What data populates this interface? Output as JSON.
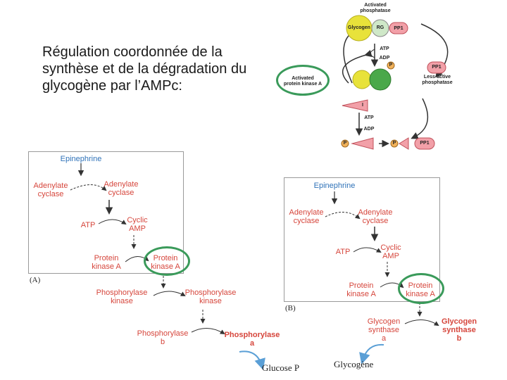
{
  "title": "Régulation coordonnée de la synthèse et de la dégradation du glycogène par l’AMPc:",
  "panel_a": {
    "label": "(A)",
    "epinephrine": "Epinephrine",
    "adenylate_cyclase_inactive": "Adenylate\ncyclase",
    "adenylate_cyclase_active": "Adenylate\ncyclase",
    "atp": "ATP",
    "cyclic_amp": "Cyclic\nAMP",
    "protein_kinase_a_inactive": "Protein\nkinase A",
    "protein_kinase_a_active": "Protein\nkinase A",
    "phosphorylase_kinase_inactive": "Phosphorylase\nkinase",
    "phosphorylase_kinase_active": "Phosphorylase\nkinase",
    "phosphorylase_b": "Phosphorylase\nb",
    "phosphorylase_a": "Phosphorylase\na",
    "product": "Glucose P"
  },
  "panel_b": {
    "label": "(B)",
    "epinephrine": "Epinephrine",
    "adenylate_cyclase_inactive": "Adenylate\ncyclase",
    "adenylate_cyclase_active": "Adenylate\ncyclase",
    "atp": "ATP",
    "cyclic_amp": "Cyclic\nAMP",
    "protein_kinase_a_inactive": "Protein\nkinase A",
    "protein_kinase_a_active": "Protein\nkinase A",
    "glycogen_synthase_a": "Glycogen\nsynthase\na",
    "glycogen_synthase_b": "Glycogen\nsynthase\nb",
    "product": "Glycogène"
  },
  "top_right": {
    "activated_phosphatase": "Activated\nphosphatase",
    "glycogen": "Glycogen",
    "rg": "RG",
    "pp1_top": "PP1",
    "activated_pka": "Activated\nprotein kinase A",
    "atp_1": "ATP",
    "adp_1": "ADP",
    "p_1": "P",
    "pp1_right": "PP1",
    "less_active_phosphatase": "Less-active\nphosphatase",
    "i": "I",
    "atp_2": "ATP",
    "adp_2": "ADP",
    "p_2": "P",
    "p_3": "P",
    "pp1_bottom": "PP1"
  },
  "colors": {
    "red_label": "#d6463c",
    "blue_label": "#2f72b8",
    "green_oval": "#3a9a5a",
    "glycogen_yellow": "#e8e23a",
    "green_sphere": "#4aa84a",
    "pink": "#f2a0a8",
    "phospho_orange": "#f2b25a"
  }
}
